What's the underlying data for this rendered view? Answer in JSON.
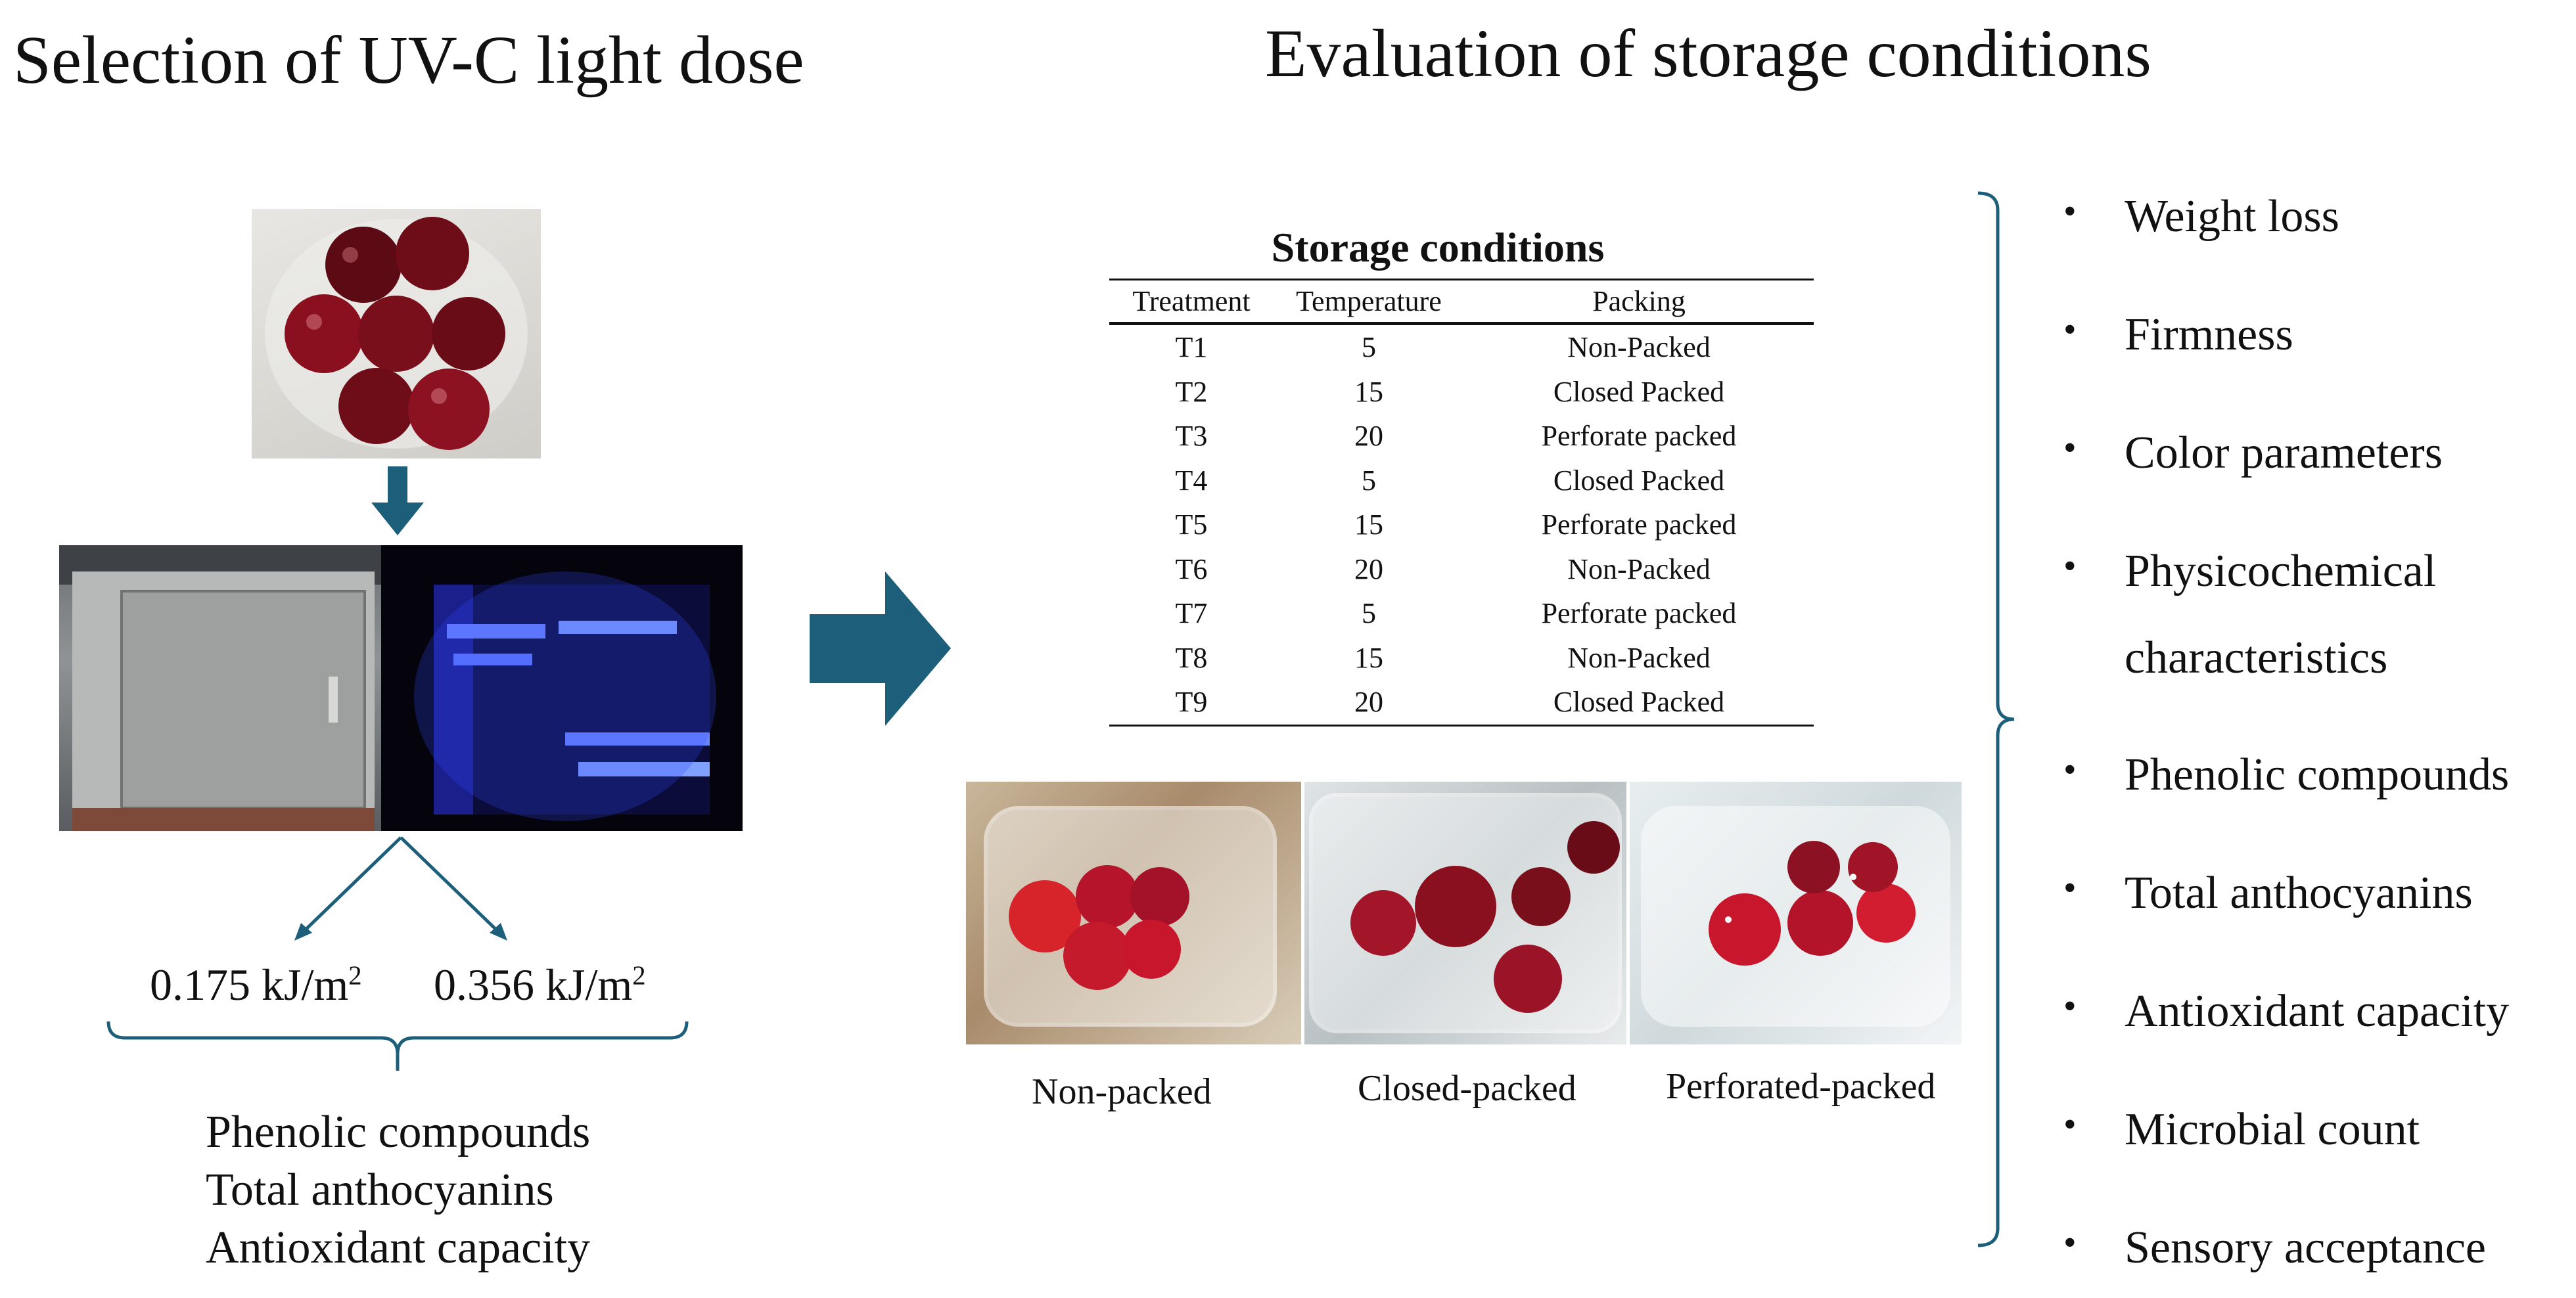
{
  "left_panel": {
    "title": "Selection of UV-C light dose",
    "doses": [
      {
        "value": "0.175 kJ/m",
        "exp": "2"
      },
      {
        "value": "0.356 kJ/m",
        "exp": "2"
      }
    ],
    "measurements": [
      "Phenolic compounds",
      "Total anthocyanins",
      "Antioxidant capacity"
    ]
  },
  "right_panel": {
    "title": "Evaluation of storage conditions",
    "table": {
      "title": "Storage conditions",
      "headers": [
        "Treatment",
        "Temperature",
        "Packing"
      ],
      "rows": [
        [
          "T1",
          "5",
          "Non-Packed"
        ],
        [
          "T2",
          "15",
          "Closed Packed"
        ],
        [
          "T3",
          "20",
          "Perforate packed"
        ],
        [
          "T4",
          "5",
          "Closed Packed"
        ],
        [
          "T5",
          "15",
          "Perforate packed"
        ],
        [
          "T6",
          "20",
          "Non-Packed"
        ],
        [
          "T7",
          "5",
          "Perforate packed"
        ],
        [
          "T8",
          "15",
          "Non-Packed"
        ],
        [
          "T9",
          "20",
          "Closed Packed"
        ]
      ]
    },
    "package_captions": [
      "Non-packed",
      "Closed-packed",
      "Perforated-packed"
    ],
    "parameters": [
      "Weight loss",
      "Firmness",
      "Color parameters",
      "Physicochemical",
      "characteristics",
      "Phenolic compounds",
      "Total anthocyanins",
      "Antioxidant capacity",
      "Microbial count",
      "Sensory acceptance"
    ],
    "bullet": "•"
  },
  "colors": {
    "arrow": "#1d5f7a",
    "plum": "#7a0f1c",
    "uv_light": "#4d6bff"
  }
}
